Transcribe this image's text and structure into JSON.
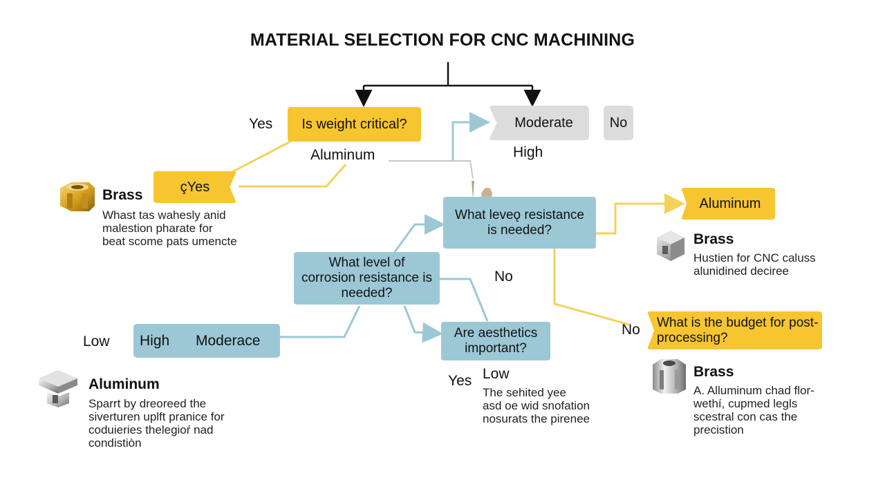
{
  "title": "MATERIAL SELECTION FOR CNC MACHINING",
  "colors": {
    "yellow": "#f6c530",
    "blue": "#9cc8d6",
    "grey": "#dcdcdc",
    "yellow_line": "#f2d35a",
    "blue_line": "#9cc8d6",
    "black_line": "#111111"
  },
  "nodes": {
    "weight_question": "Is weight critical?",
    "moderate_box": "Moderate",
    "no_box": "No",
    "yes_box": "çYes",
    "resistance_upper": "What leveǫ resistance is needed?",
    "resistance_center": "What level of corrosion resistance is needed?",
    "levels_bar_high": "High",
    "levels_bar_moderate": "Moderace",
    "aesthetics_question": "Are aesthetics important?",
    "aluminum_box": "Aluminum",
    "budget_question": "What is the budget for post-processing?"
  },
  "labels": {
    "yes_top": "Yes",
    "aluminum_mid": "Aluminum",
    "high_top": "High",
    "no_middle": "No",
    "low_left": "Low",
    "no_right": "No",
    "yes_bottom": "Yes",
    "low_bottom": "Low"
  },
  "materials": {
    "brass_left": {
      "name": "Brass",
      "icon": "brass-hex-nut-icon",
      "description": [
        "Whast tas wahesly anid",
        "malestion pharate for",
        "beat scome pats umencte"
      ]
    },
    "brass_right_upper": {
      "name": "Brass",
      "icon": "silver-block-icon",
      "description": [
        "Hustien for CNC caluss",
        "alunidined deciree"
      ]
    },
    "aluminum_left": {
      "name": "Aluminum",
      "icon": "aluminum-bracket-icon",
      "description": [
        "Sparrt by dreoreed the",
        "siverturen uplft pranice for",
        "coduieries thelegioŕ nad",
        "condistiòn"
      ]
    },
    "aesthetics_note": {
      "description": [
        "The sehited yee",
        "asd oe wid snofation",
        "nosurats the pirenee"
      ]
    },
    "brass_right_lower": {
      "name": "Brass",
      "icon": "bearing-block-icon",
      "description": [
        "A. Alluminum chad flor-",
        "wethí, cupmed legls",
        "scestral con cas the",
        "precistion"
      ]
    }
  }
}
